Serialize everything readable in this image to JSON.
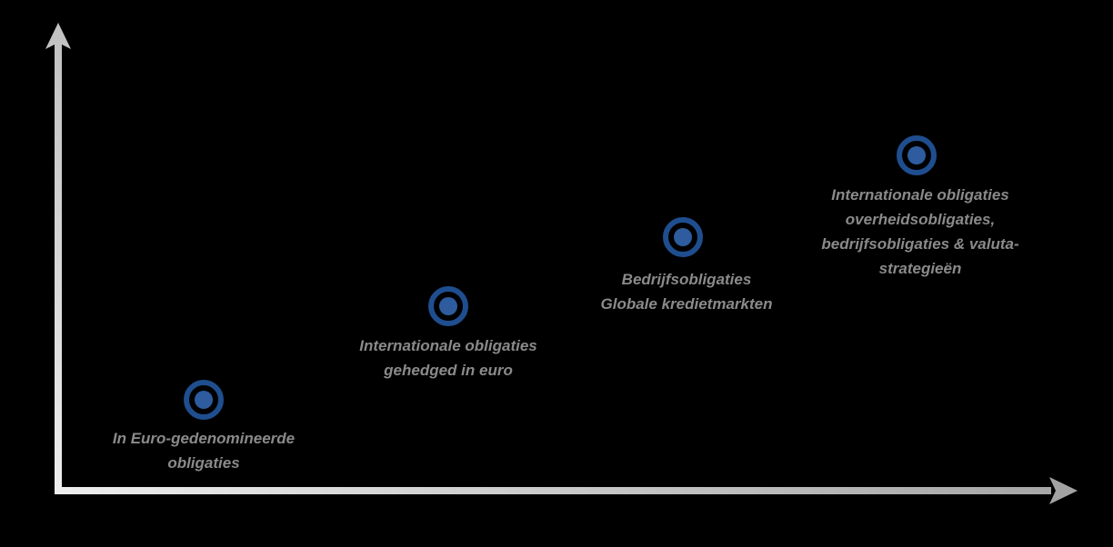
{
  "colors": {
    "background": "#000000",
    "marker_ring": "#1f4e8f",
    "marker_dot": "#2e5c9e",
    "label_text": "#8a8a8a",
    "axis_light": "#ececec",
    "axis_dark_x": "#a6a6a6",
    "axis_dark_y": "#c2c2c2"
  },
  "chart_data": {
    "type": "scatter",
    "title": "",
    "xlabel": "",
    "ylabel": "",
    "x_axis": {
      "tick_labels": [],
      "arrow": true,
      "direction": "right"
    },
    "y_axis": {
      "tick_labels": [],
      "arrow": true,
      "direction": "up"
    },
    "grid": false,
    "legend": false,
    "points": [
      {
        "x": 1,
        "y": 1,
        "label_lines": [
          "In Euro-gedenomineerde",
          "obligaties"
        ]
      },
      {
        "x": 2,
        "y": 2,
        "label_lines": [
          "Internationale obligaties",
          "gehedged in euro"
        ]
      },
      {
        "x": 3,
        "y": 3,
        "label_lines": [
          "Bedrijfsobligaties",
          "Globale kredietmarkten"
        ]
      },
      {
        "x": 4,
        "y": 4,
        "label_lines": [
          "Internationale obligaties",
          "overheidsobligaties,",
          "bedrijfsobligaties & valuta-",
          "strategieën"
        ]
      }
    ]
  }
}
